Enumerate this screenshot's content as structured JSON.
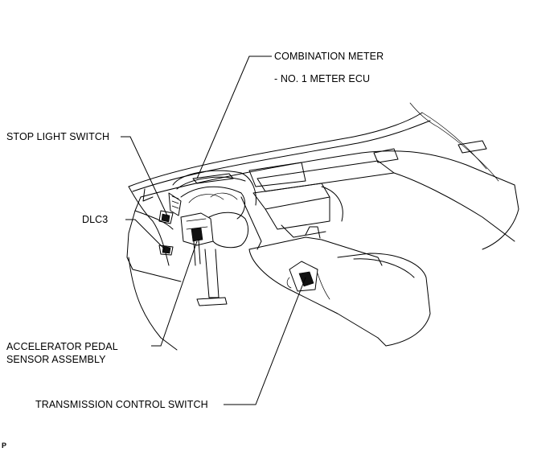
{
  "labels": {
    "combination_meter": "COMBINATION METER",
    "meter_ecu": "- NO. 1 METER ECU",
    "stop_light_switch": "STOP LIGHT SWITCH",
    "dlc3": "DLC3",
    "accelerator_line1": "ACCELERATOR PEDAL",
    "accelerator_line2": "SENSOR ASSEMBLY",
    "transmission_control_switch": "TRANSMISSION CONTROL SWITCH",
    "corner_mark": "P"
  },
  "colors": {
    "ink": "#000000",
    "background": "#ffffff"
  }
}
